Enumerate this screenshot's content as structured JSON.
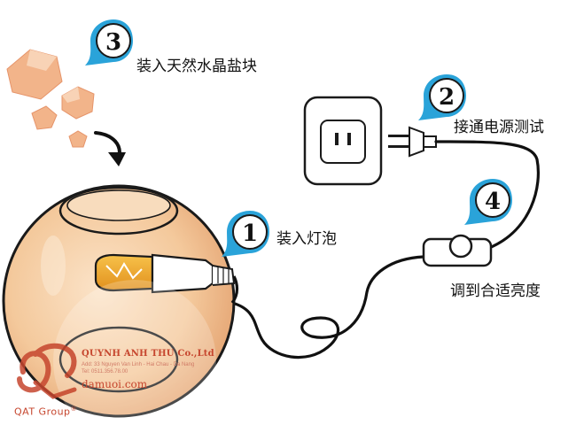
{
  "steps": [
    {
      "number": "1",
      "label": "装入灯泡"
    },
    {
      "number": "2",
      "label": "接通电源测试"
    },
    {
      "number": "3",
      "label": "装入天然水晶盐块"
    },
    {
      "number": "4",
      "label": "调到合适亮度"
    }
  ],
  "watermark": {
    "company": "QUYNH ANH THU Co.,Ltd",
    "address_line1": "Add: 33 Nguyen Van Linh - Hai Chau - Da Nang",
    "address_line2": "Tel: 0511.356.78.00",
    "website": "damuoi.com",
    "brand": "QAT Group",
    "brand_mark": "®"
  },
  "colors": {
    "badge": "#2aa3d9",
    "lamp_fill": "#f4c99c",
    "lamp_stroke": "#1a1a1a",
    "crystal": "#f2b48a",
    "cord": "#111111",
    "watermark_red": "#c6462e"
  }
}
